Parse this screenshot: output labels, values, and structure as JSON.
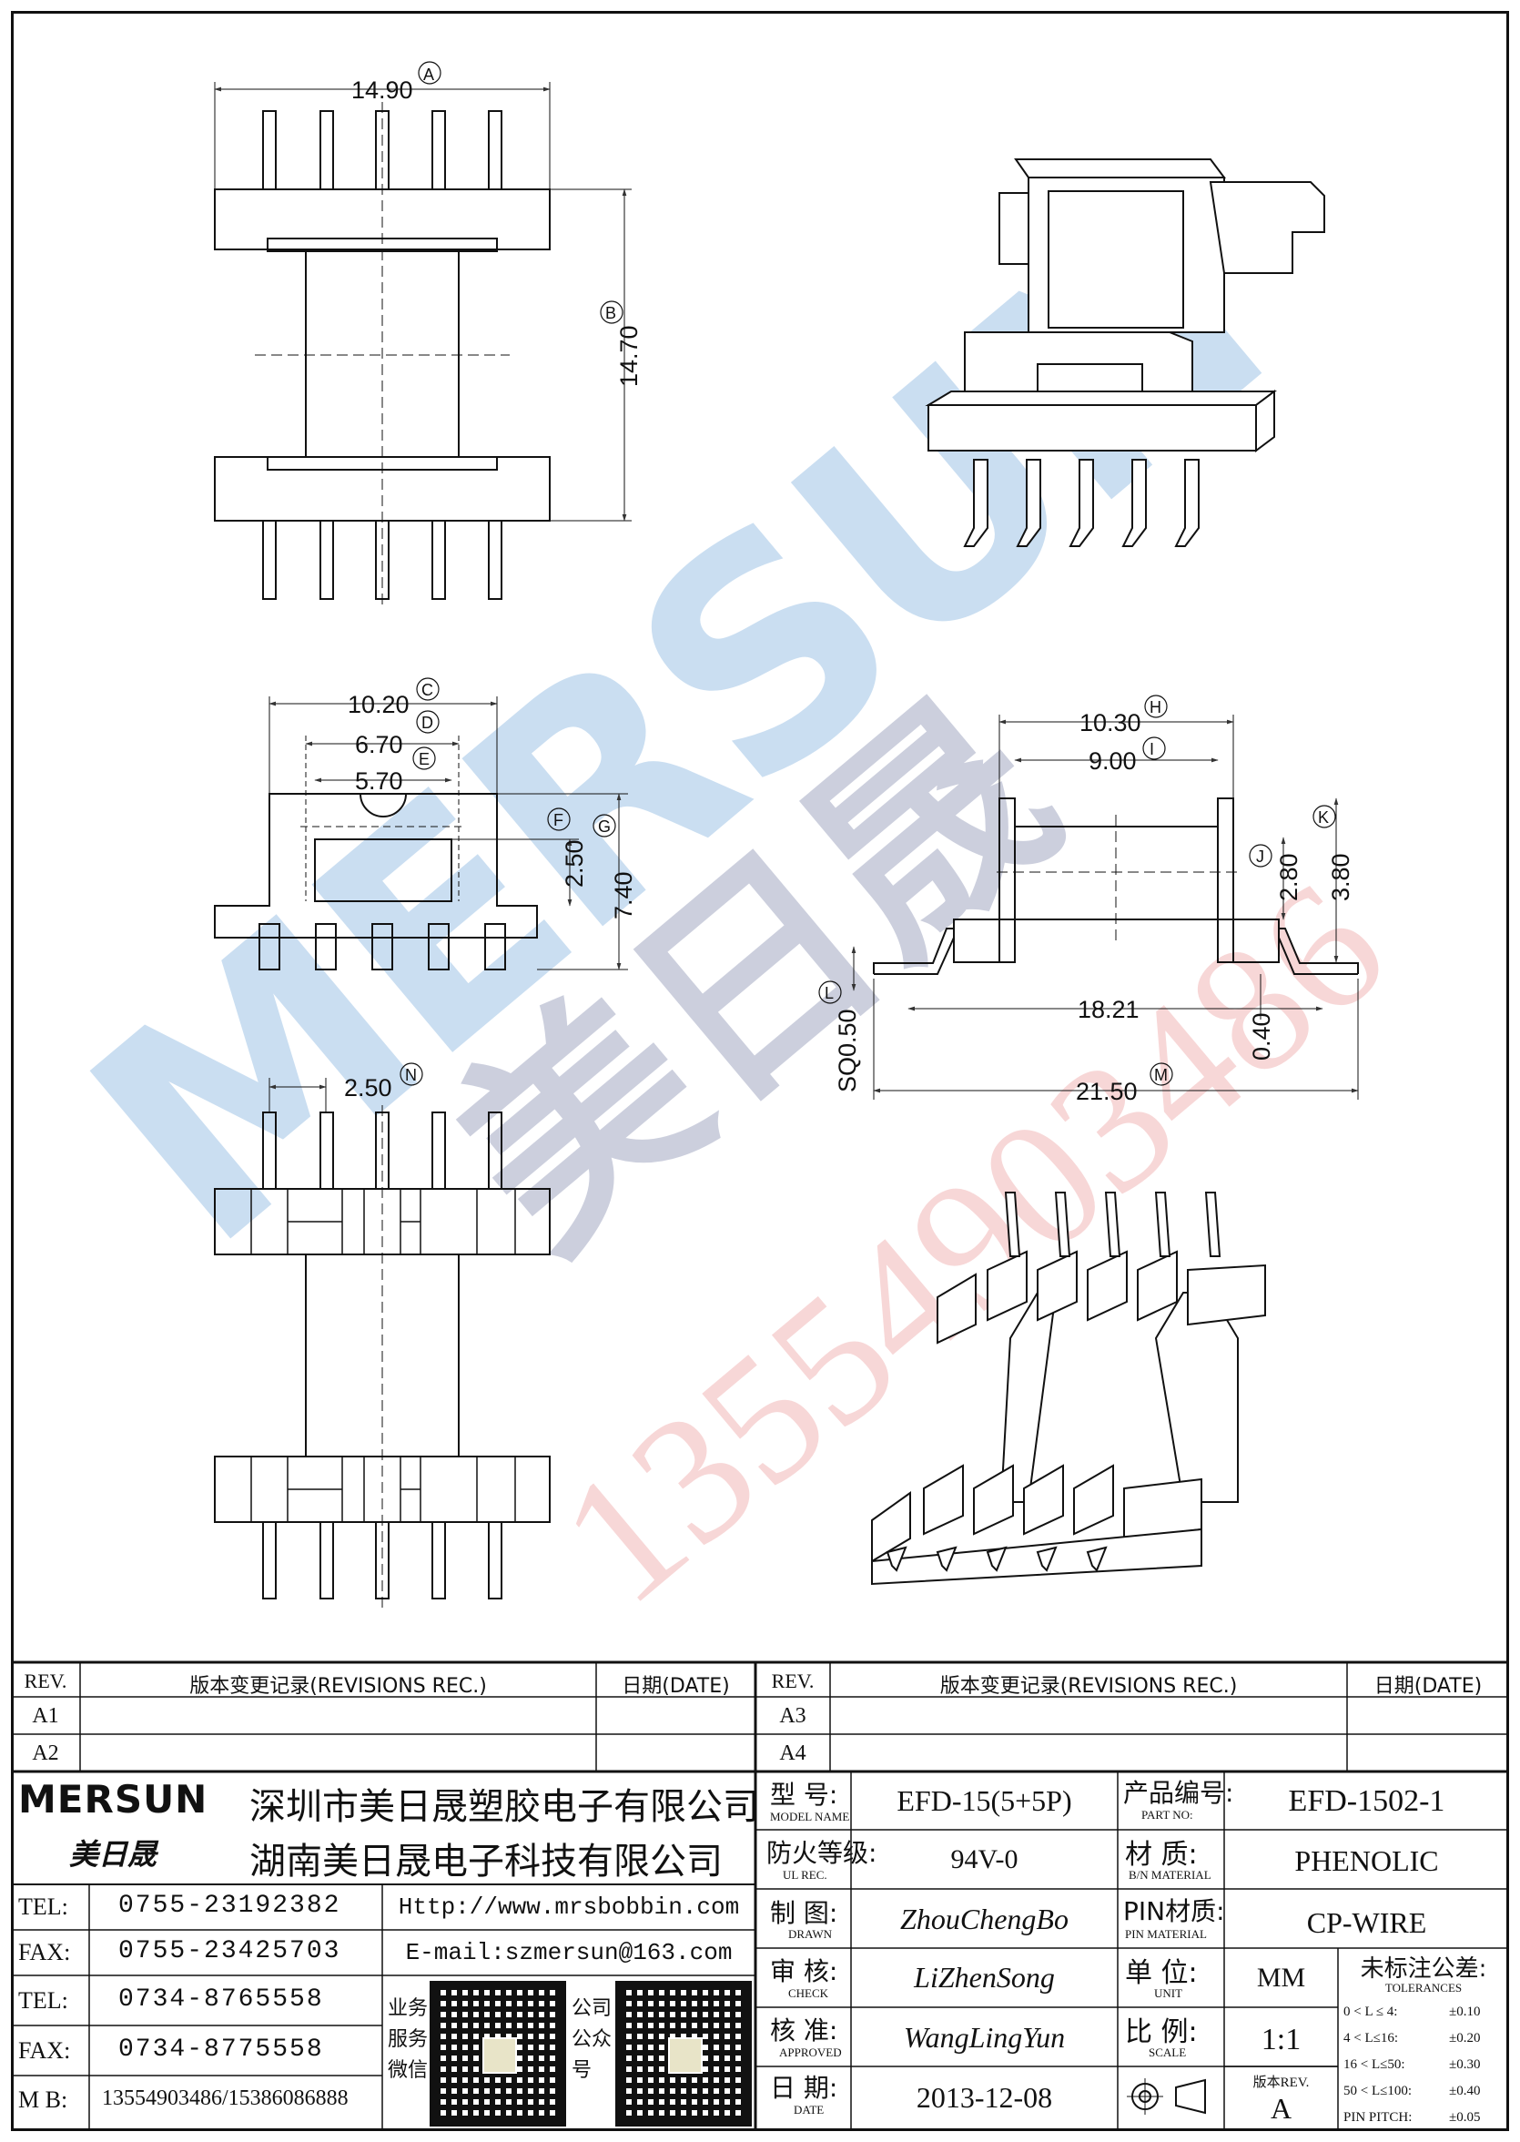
{
  "dimensions": {
    "A": {
      "value": "14.90",
      "tag": "A"
    },
    "B": {
      "value": "14.70",
      "tag": "B"
    },
    "C": {
      "value": "10.20",
      "tag": "C"
    },
    "D": {
      "value": "6.70",
      "tag": "D"
    },
    "E": {
      "value": "5.70",
      "tag": "E"
    },
    "F": {
      "value": "2.50",
      "tag": "F"
    },
    "G": {
      "value": "7.40",
      "tag": "G"
    },
    "H": {
      "value": "10.30",
      "tag": "H"
    },
    "I": {
      "value": "9.00",
      "tag": "I"
    },
    "J": {
      "value": "2.80",
      "tag": "J"
    },
    "K": {
      "value": "3.80",
      "tag": "K"
    },
    "L": {
      "value": "SQ0.50",
      "tag": "L"
    },
    "M": {
      "value": "21.50",
      "tag": "M"
    },
    "N": {
      "value": "2.50",
      "tag": "N"
    },
    "P": {
      "value": "18.21"
    },
    "Q": {
      "value": "0.40"
    }
  },
  "watermark": {
    "brand": "MERSUN",
    "chinese": "美日晟",
    "phone": "13554903486"
  },
  "revisions_left": {
    "headers": {
      "rev": "REV.",
      "record": "版本变更记录(REVISIONS REC.)",
      "date": "日期(DATE)"
    },
    "rows": [
      {
        "rev": "A1"
      },
      {
        "rev": "A2"
      }
    ]
  },
  "revisions_right": {
    "headers": {
      "rev": "REV.",
      "record": "版本变更记录(REVISIONS REC.)",
      "date": "日期(DATE)"
    },
    "rows": [
      {
        "rev": "A3"
      },
      {
        "rev": "A4"
      }
    ]
  },
  "company": {
    "logo": "MERSUN",
    "logo_cn": "美日晟",
    "name1": "深圳市美日晟塑胶电子有限公司",
    "name2": "湖南美日晟电子科技有限公司",
    "contacts": [
      {
        "label": "TEL:",
        "value": "0755-23192382"
      },
      {
        "label": "FAX:",
        "value": "0755-23425703"
      },
      {
        "label": "TEL:",
        "value": "0734-8765558"
      },
      {
        "label": "FAX:",
        "value": "0734-8775558"
      },
      {
        "label": "M B:",
        "value": "13554903486/15386086888"
      }
    ],
    "web": "Http://www.mrsbobbin.com",
    "email": "E-mail:szmersun@163.com",
    "qr1_caption": [
      "业务",
      "服务",
      "微信"
    ],
    "qr2_caption": [
      "公司",
      "公众",
      "号"
    ]
  },
  "spec": {
    "model_label": "型 号:",
    "model_sub": "MODEL NAME",
    "model_value": "EFD-15(5+5P)",
    "part_label": "产品编号:",
    "part_sub": "PART NO:",
    "part_value": "EFD-1502-1",
    "ul_label": "防火等级:",
    "ul_sub": "UL REC.",
    "ul_value": "94V-0",
    "material_label": "材 质:",
    "material_sub": "B/N MATERIAL",
    "material_value": "PHENOLIC",
    "drawn_label": "制 图:",
    "drawn_sub": "DRAWN",
    "drawn_value": "ZhouChengBo",
    "pin_label": "PIN材质:",
    "pin_sub": "PIN MATERIAL",
    "pin_value": "CP-WIRE",
    "check_label": "审 核:",
    "check_sub": "CHECK",
    "check_value": "LiZhenSong",
    "unit_label": "单 位:",
    "unit_sub": "UNIT",
    "unit_value": "MM",
    "tol_label": "未标注公差:",
    "tol_sub": "TOLERANCES",
    "tolerances": [
      {
        "range": "0 < L ≤  4:",
        "tol": "±0.10"
      },
      {
        "range": "4 < L≤16:",
        "tol": "±0.20"
      },
      {
        "range": "16 < L≤50:",
        "tol": "±0.30"
      },
      {
        "range": "50 < L≤100:",
        "tol": "±0.40"
      },
      {
        "range": "PIN PITCH:",
        "tol": "±0.05"
      }
    ],
    "approved_label": "核 准:",
    "approved_sub": "APPROVED",
    "approved_value": "WangLingYun",
    "scale_label": "比 例:",
    "scale_sub": "SCALE",
    "scale_value": "1:1",
    "date_label": "日 期:",
    "date_sub": "DATE",
    "date_value": "2013-12-08",
    "version_label": "版本REV.",
    "version_value": "A"
  }
}
